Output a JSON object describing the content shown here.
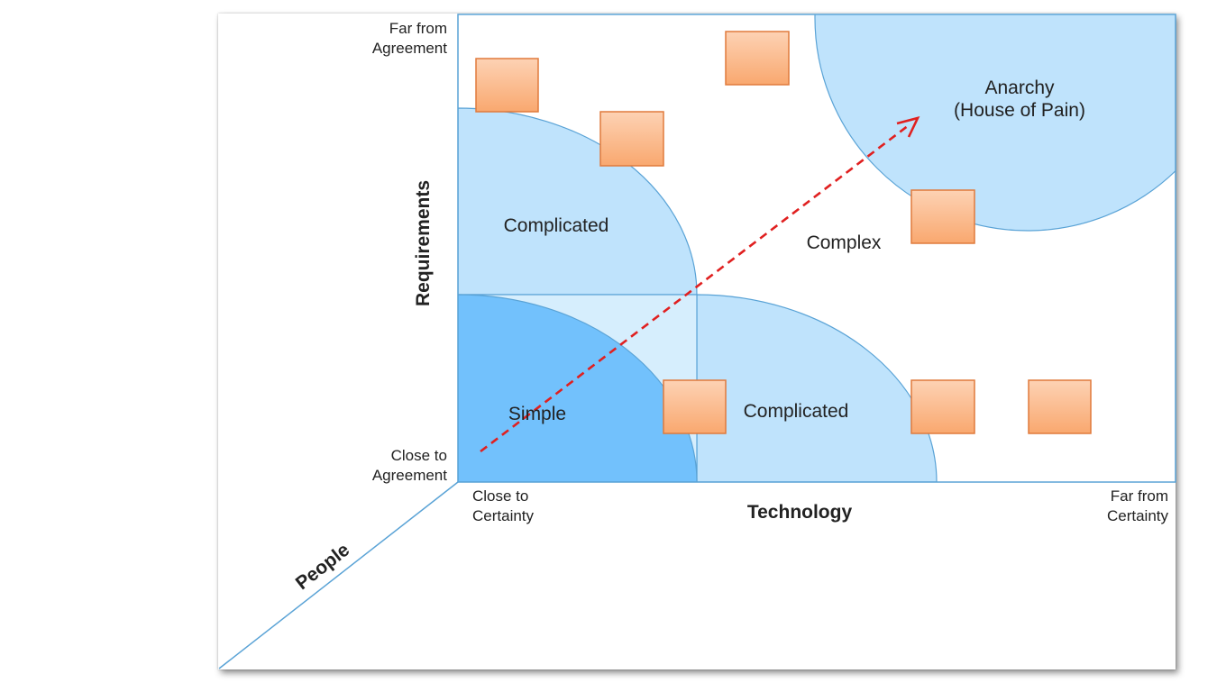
{
  "axes": {
    "y": {
      "title": "Requirements",
      "top_label": [
        "Far from",
        "Agreement"
      ],
      "bottom_label": [
        "Close to",
        "Agreement"
      ]
    },
    "x": {
      "title": "Technology",
      "left_label": [
        "Close to",
        "Certainty"
      ],
      "right_label": [
        "Far from",
        "Certainty"
      ]
    },
    "z": {
      "title": "People"
    }
  },
  "regions": {
    "simple": "Simple",
    "complicated_top": "Complicated",
    "complicated_right": "Complicated",
    "complex": "Complex",
    "anarchy": [
      "Anarchy",
      "(House of Pain)"
    ]
  },
  "colors": {
    "simple_fill": "#72c1fc",
    "complicated_fill": "#bfe3fc",
    "overlap_fill": "#d6eefd",
    "anarchy_fill": "#bfe3fc",
    "region_stroke": "#5aa3d6",
    "square_fill": "#fbb78b",
    "square_stroke": "#e07a3c",
    "arrow": "#e02020",
    "axis_line": "#5aa3d6"
  }
}
